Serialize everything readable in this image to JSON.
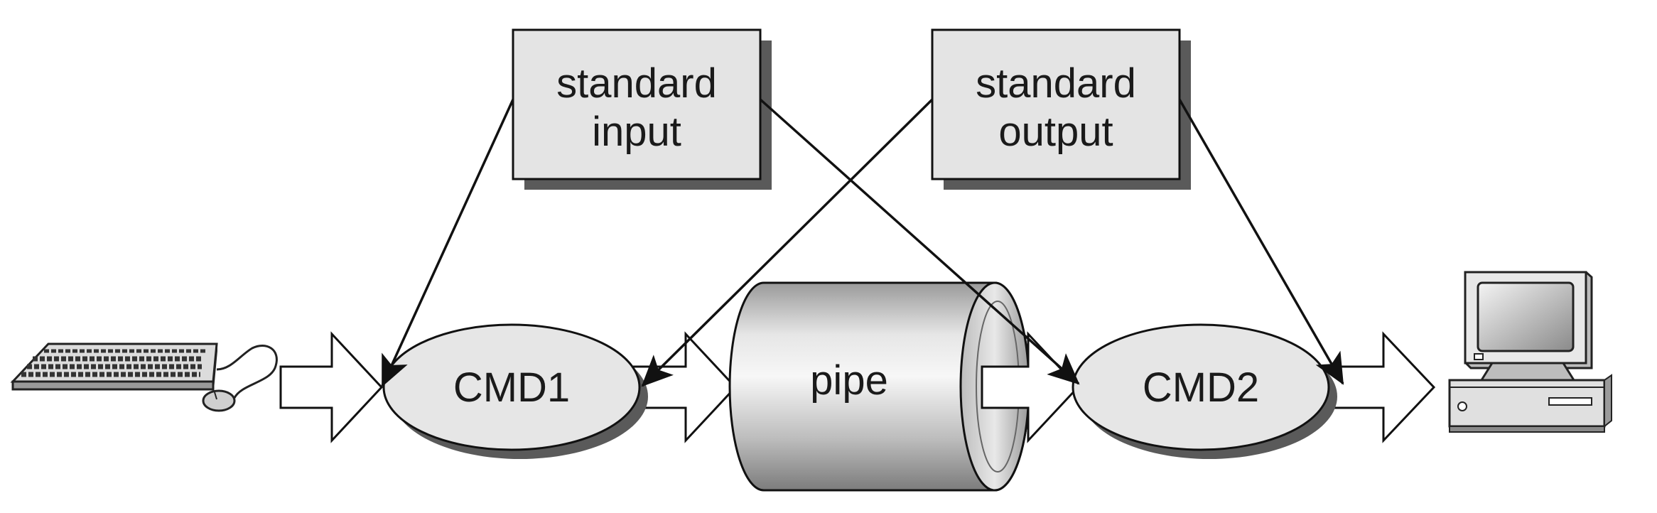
{
  "boxes": {
    "standard_input": {
      "line1": "standard",
      "line2": "input"
    },
    "standard_output": {
      "line1": "standard",
      "line2": "output"
    }
  },
  "nodes": {
    "cmd1": "CMD1",
    "cmd2": "CMD2",
    "pipe": "pipe"
  },
  "icons": {
    "input_device": "keyboard-icon",
    "output_device": "computer-icon"
  },
  "colors": {
    "box_fill": "#e4e4e4",
    "ellipse_fill": "#e6e6e6",
    "shadow": "#5a5a5a",
    "stroke": "#111111"
  }
}
